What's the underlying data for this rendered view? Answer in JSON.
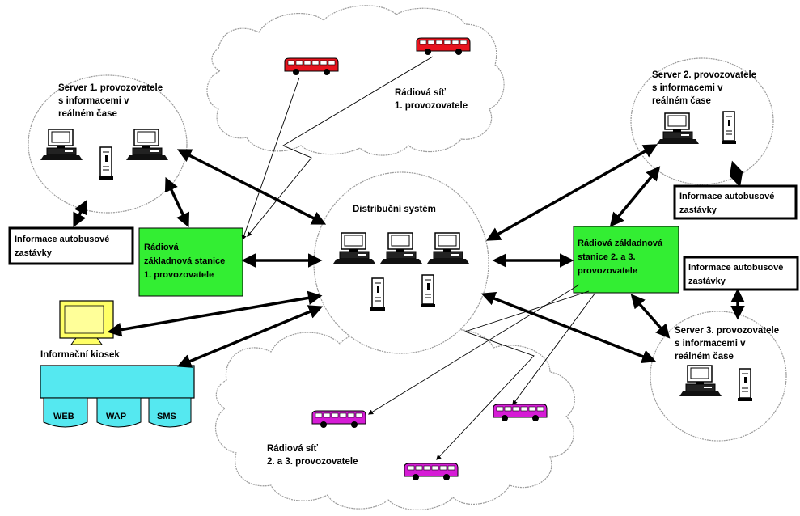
{
  "colors": {
    "station_green": "#33ee33",
    "bus_red": "#e8141e",
    "bus_magenta": "#d61cd6",
    "kiosk_cyan": "#55e8f0",
    "kiosk_yellow": "#ffff66",
    "cloud_stroke": "#999999",
    "arrow": "#000000"
  },
  "distribution": {
    "title": "Distribuční systém"
  },
  "server1": {
    "lines": [
      "Server 1. provozovatele",
      "s informacemi v",
      "reálném čase"
    ]
  },
  "server2": {
    "lines": [
      "Server 2. provozovatele",
      "s informacemi v",
      "reálném čase"
    ]
  },
  "server3": {
    "lines": [
      "Server 3. provozovatele",
      "s informacemi v",
      "reálném čase"
    ]
  },
  "radio_net1": {
    "lines": [
      "Rádiová síť",
      "1. provozovatele"
    ]
  },
  "radio_net23": {
    "lines": [
      "Rádiová síť",
      "2. a 3. provozovatele"
    ]
  },
  "station1": {
    "lines": [
      "Rádiová",
      "základnová stanice",
      "1. provozovatele"
    ]
  },
  "station23": {
    "lines": [
      "Rádiová základnová",
      "stanice 2. a 3.",
      "provozovatele"
    ]
  },
  "bus_info_left": {
    "lines": [
      "Informace autobusové",
      "zastávky"
    ]
  },
  "bus_info_right1": {
    "lines": [
      "Informace autobusové",
      "zastávky"
    ]
  },
  "bus_info_right2": {
    "lines": [
      "Informace autobusové",
      "zastávky"
    ]
  },
  "kiosk": {
    "title": "Informační kiosek",
    "channels": [
      "WEB",
      "WAP",
      "SMS"
    ]
  },
  "icons": {
    "computer": "computer-icon",
    "tower": "server-tower-icon",
    "bus": "bus-icon",
    "monitor": "kiosk-monitor-icon",
    "database": "database-icon"
  }
}
